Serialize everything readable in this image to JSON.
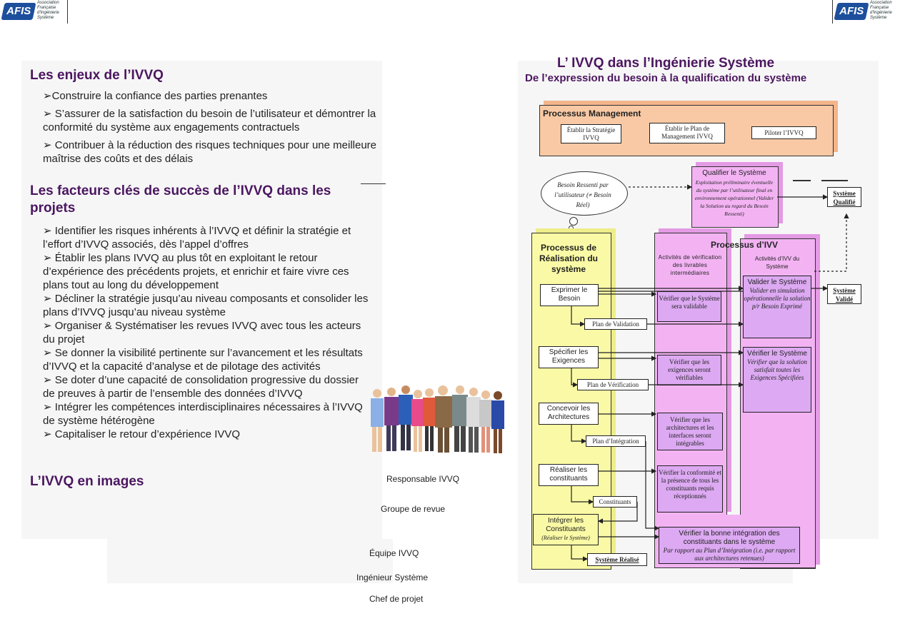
{
  "logo": {
    "text": "AFIS",
    "tagline": "Association Française d'Ingénierie Système"
  },
  "left": {
    "enjeux_title": "Les enjeux de l’IVVQ",
    "enjeux_items": [
      "Construire la confiance des parties prenantes",
      "S’assurer de la satisfaction du besoin de l’utilisateur et démontrer la conformité du système aux engagements contractuels",
      "Contribuer à la réduction des risques techniques pour une meilleure maîtrise des coûts et des délais"
    ],
    "facteurs_title": "Les facteurs clés de succès de l’IVVQ dans les projets",
    "facteurs_items": [
      "Identifier les risques inhérents à l’IVVQ et définir la stratégie et l’effort d’IVVQ associés, dès l’appel d’offres",
      "Établir les plans IVVQ au plus tôt en exploitant le retour d’expérience des précédents projets, et enrichir et faire vivre ces plans tout au long du développement",
      "Décliner la stratégie jusqu’au niveau composants et consolider les plans d’IVVQ jusqu’au niveau système",
      "Organiser & Systématiser les revues IVVQ avec tous les acteurs du projet",
      "Se donner la visibilité pertinente sur l’avancement et les résultats d’IVVQ et la capacité d’analyse et de pilotage des activités",
      "Se doter d’une capacité de consolidation progressive du dossier de preuves à partir de l’ensemble des données d’IVVQ",
      "Intégrer les compétences interdisciplinaires nécessaires à l’IVVQ de système hétérogène",
      "Capitaliser le retour d’expérience IVVQ"
    ],
    "images_title": "L’IVVQ en images",
    "roles": [
      "Responsable IVVQ",
      "Groupe de revue",
      "Équipe IVVQ",
      "Ingénieur Système",
      "Chef de projet"
    ]
  },
  "right": {
    "title": "L’ IVVQ dans l’Ingénierie Système",
    "subtitle": "De l’expression du besoin à la qualification du système",
    "mgmt": {
      "title": "Processus Management",
      "items": [
        "Établir la Stratégie IVVQ",
        "Établir le Plan de Management IVVQ",
        "Piloter l’IVVQ"
      ]
    },
    "besoin": "Besoin Ressenti par l’utilisateur (≠ Besoin Réel)",
    "qualifier": {
      "title": "Qualifier le Système",
      "text": "Exploitation préliminaire éventuelle du système par l’utilisateur final en environnement opérationnel (Valider la Solution au regard du Besoin Ressenti)"
    },
    "systeme_qualifie": "Système Qualifié",
    "systeme_valide": "Système Validé",
    "systeme_realise": "Système Réalisé",
    "realisation": {
      "title": "Processus de Réalisation du système",
      "steps": [
        "Exprimer le Besoin",
        "Spécifier les Exigences",
        "Concevoir les Architectures",
        "Réaliser les constituants"
      ],
      "integrer": "Intégrer les Constituants",
      "integrer_sub": "(Réaliser le Système)"
    },
    "plans": [
      "Plan de Validation",
      "Plan de Vérification",
      "Plan d’Intégration",
      "Constituants"
    ],
    "ivv": {
      "title": "Processus d’IVV",
      "col1_head": "Activités de vérification des livrables intermédiaires",
      "col2_head": "Activités d’IVV du Système",
      "checks": [
        "Vérifier que le Système sera validable",
        "Vérifier que les exigences seront vérifiables",
        "Vérifier que les architectures et les interfaces seront intégrables",
        "Vérifier la conformité et la présence de tous les constituants requis réceptionnés"
      ],
      "valider": {
        "title": "Valider le Système",
        "text": "Valider en simulation opérationnelle la solution p/r Besoin Exprimé"
      },
      "verifier": {
        "title": "Vérifier le Système",
        "text": "Vérifier que la solution satisfait toutes les Exigences Spécifiées"
      },
      "integration": {
        "title": "Vérifier la bonne intégration des constituants dans le système",
        "text": "Par rapport au Plan d’Intégration (i.e. par rapport aux architectures retenues)"
      }
    }
  },
  "colors": {
    "title": "#4b1660",
    "mgmt": "#f8c9a4",
    "real": "#fafaa6",
    "ivv": "#f3b3f3",
    "ivv_box": "#dca9f2"
  }
}
